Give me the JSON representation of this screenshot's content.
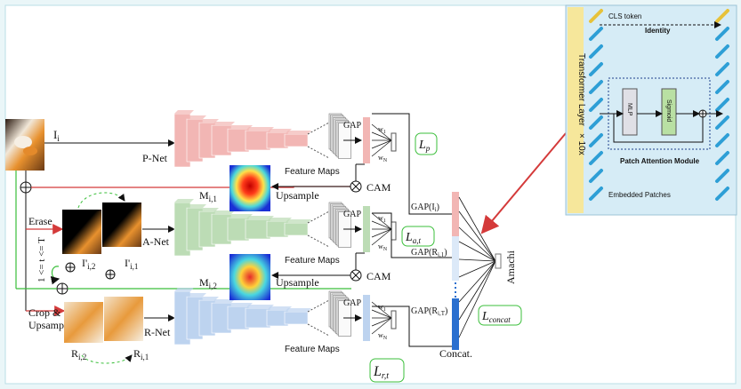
{
  "labels": {
    "input": "I",
    "input_sub": "i",
    "pnet": "P-Net",
    "anet": "A-Net",
    "rnet": "R-Net",
    "feature_maps": "Feature Maps",
    "gap": "GAP",
    "cam": "CAM",
    "upsample": "Upsample",
    "erase": "Erase",
    "crop": "Crop &",
    "crop2": "Upsample",
    "m1": "M",
    "m1_sub": "i,1",
    "m2": "M",
    "m2_sub": "i,2",
    "ip2": "I'",
    "ip2_sub": "i,2",
    "ip1": "I'",
    "ip1_sub": "i,1",
    "r2": "R",
    "r2_sub": "i,2",
    "r1": "R",
    "r1_sub": "i,1",
    "loop": "1 <= t <= T",
    "w1": "w",
    "w1_sub": "1",
    "wn": "w",
    "wn_sub": "N",
    "gap_i": "GAP(I",
    "gap_i_sub": "i",
    "gap_r1": "GAP(R",
    "gap_r1_sub": "i,1",
    "gap_rt": "GAP(R",
    "gap_rt_sub": "i,T",
    "concat": "Concat.",
    "class_out": "Amachi",
    "loss_p": "L",
    "loss_p_sub": "p",
    "loss_at": "L",
    "loss_at_sub": "a,t",
    "loss_rt": "L",
    "loss_rt_sub": "r,t",
    "loss_concat": "L",
    "loss_concat_sub": "concat"
  },
  "inset": {
    "cls_token": "CLS token",
    "identity": "Identity",
    "transformer_layer": "Transformer Layer",
    "times": "× 10x",
    "mlp": "MLP",
    "sigmoid": "Sigmoid",
    "pam": "Patch Attention Module",
    "embedded": "Embedded Patches"
  },
  "colors": {
    "pnet": "#f2b6b4",
    "anet": "#bcdcb5",
    "rnet": "#bdd3ef",
    "red_line": "#d43a3a",
    "green_line": "#3bbf3b",
    "inset_bg": "#d6ecf6",
    "inset_band": "#f6e79b",
    "token": "#2e9fd6",
    "cls": "#e7c23a"
  }
}
